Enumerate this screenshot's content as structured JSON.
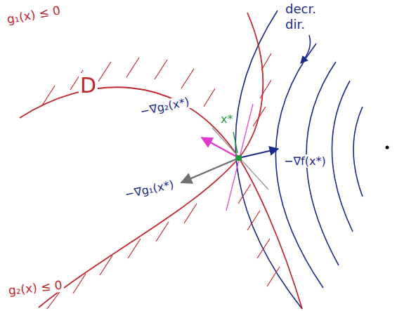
{
  "diagram": {
    "labels": [
      "decr. dir.",
      "g₁(x) ≤ 0",
      "D",
      "x*",
      "−∇g₂(x*)",
      "−∇f(x*)",
      "−∇g₁(x*)",
      "g₂(x) ≤ 0"
    ]
  }
}
